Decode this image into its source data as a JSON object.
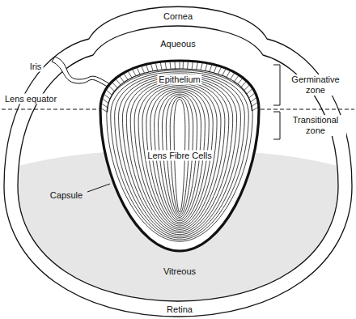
{
  "diagram": {
    "labels": [
      "Cornea",
      "Aqueous",
      "Iris",
      "Lens equator",
      "Epithelium",
      "Germinative zone",
      "Transitional zone",
      "Lens Fibre Cells",
      "Capsule",
      "Vitreous",
      "Retina"
    ]
  }
}
